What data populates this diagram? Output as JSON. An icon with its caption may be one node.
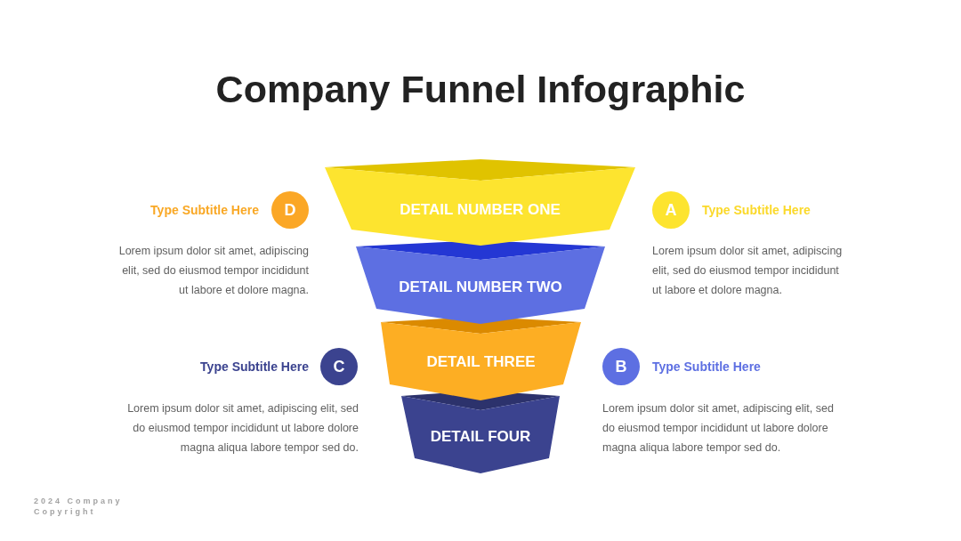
{
  "diagram": {
    "title": "Company Funnel Infographic",
    "nodes": [
      {
        "text": [
          "DETAIL NUMBER ONE"
        ]
      },
      {
        "text": [
          "DETAIL NUMBER TWO"
        ]
      },
      {
        "text": [
          "DETAIL THREE"
        ]
      },
      {
        "text": [
          "DETAIL FOUR"
        ]
      },
      {
        "text": [
          "D"
        ],
        "beside": [
          "Type Subtitle Here",
          "Lorem ipsum dolor sit amet, adipiscing elit, sed do eiusmod tempor incididunt ut labore et dolore magna."
        ]
      },
      {
        "text": [
          "A"
        ],
        "beside": [
          "Type Subtitle Here",
          "Lorem ipsum dolor sit amet, adipiscing elit, sed do eiusmod tempor incididunt ut labore et dolore magna."
        ]
      },
      {
        "text": [
          "C"
        ],
        "beside": [
          "Type Subtitle Here",
          "Lorem ipsum dolor sit amet, adipiscing elit, sed do eiusmod tempor incididunt ut labore dolore magna aliqua labore tempor sed do."
        ]
      },
      {
        "text": [
          "B"
        ],
        "beside": [
          "Type Subtitle Here",
          "Lorem ipsum dolor sit amet, adipiscing elit, sed do eiusmod tempor incididunt ut labore dolore magna aliqua labore tempor sed do."
        ]
      }
    ],
    "labels": [
      "2024 Company Copyright"
    ]
  }
}
